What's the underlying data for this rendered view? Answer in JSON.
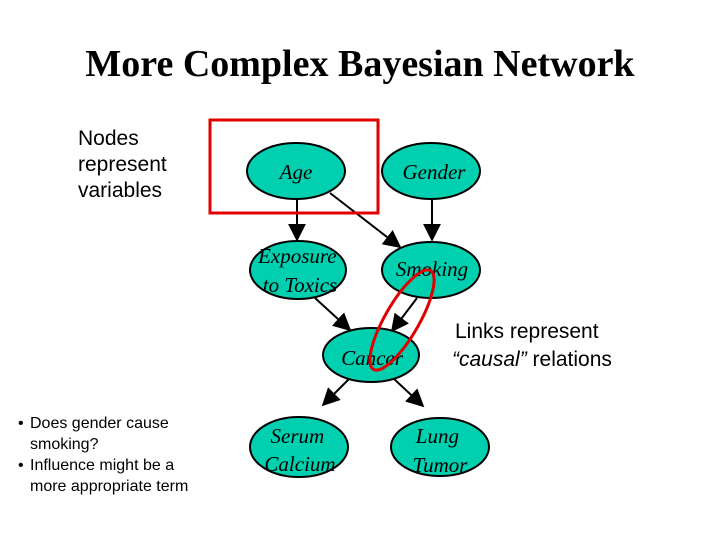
{
  "title": "More Complex Bayesian Network",
  "notes": {
    "nodes": [
      "Nodes",
      "represent",
      "variables"
    ],
    "links_line1": "Links represent",
    "links_line2_italic": "“causal”",
    "links_line2_rest": " relations"
  },
  "bullets": [
    [
      "Does gender cause",
      "smoking?"
    ],
    [
      "Influence might be a",
      "more appropriate term"
    ]
  ],
  "nodes": {
    "age": [
      "Age"
    ],
    "gender": [
      "Gender"
    ],
    "exposure": [
      "Exposure",
      "to Toxics"
    ],
    "smoking": [
      "Smoking"
    ],
    "cancer": [
      "Cancer"
    ],
    "serum": [
      "Serum",
      "Calcium"
    ],
    "lung": [
      "Lung",
      "Tumor"
    ]
  },
  "colors": {
    "node_fill": "#00d0b0",
    "node_stroke": "#000000",
    "highlight": "#e00000",
    "edge": "#000000"
  }
}
